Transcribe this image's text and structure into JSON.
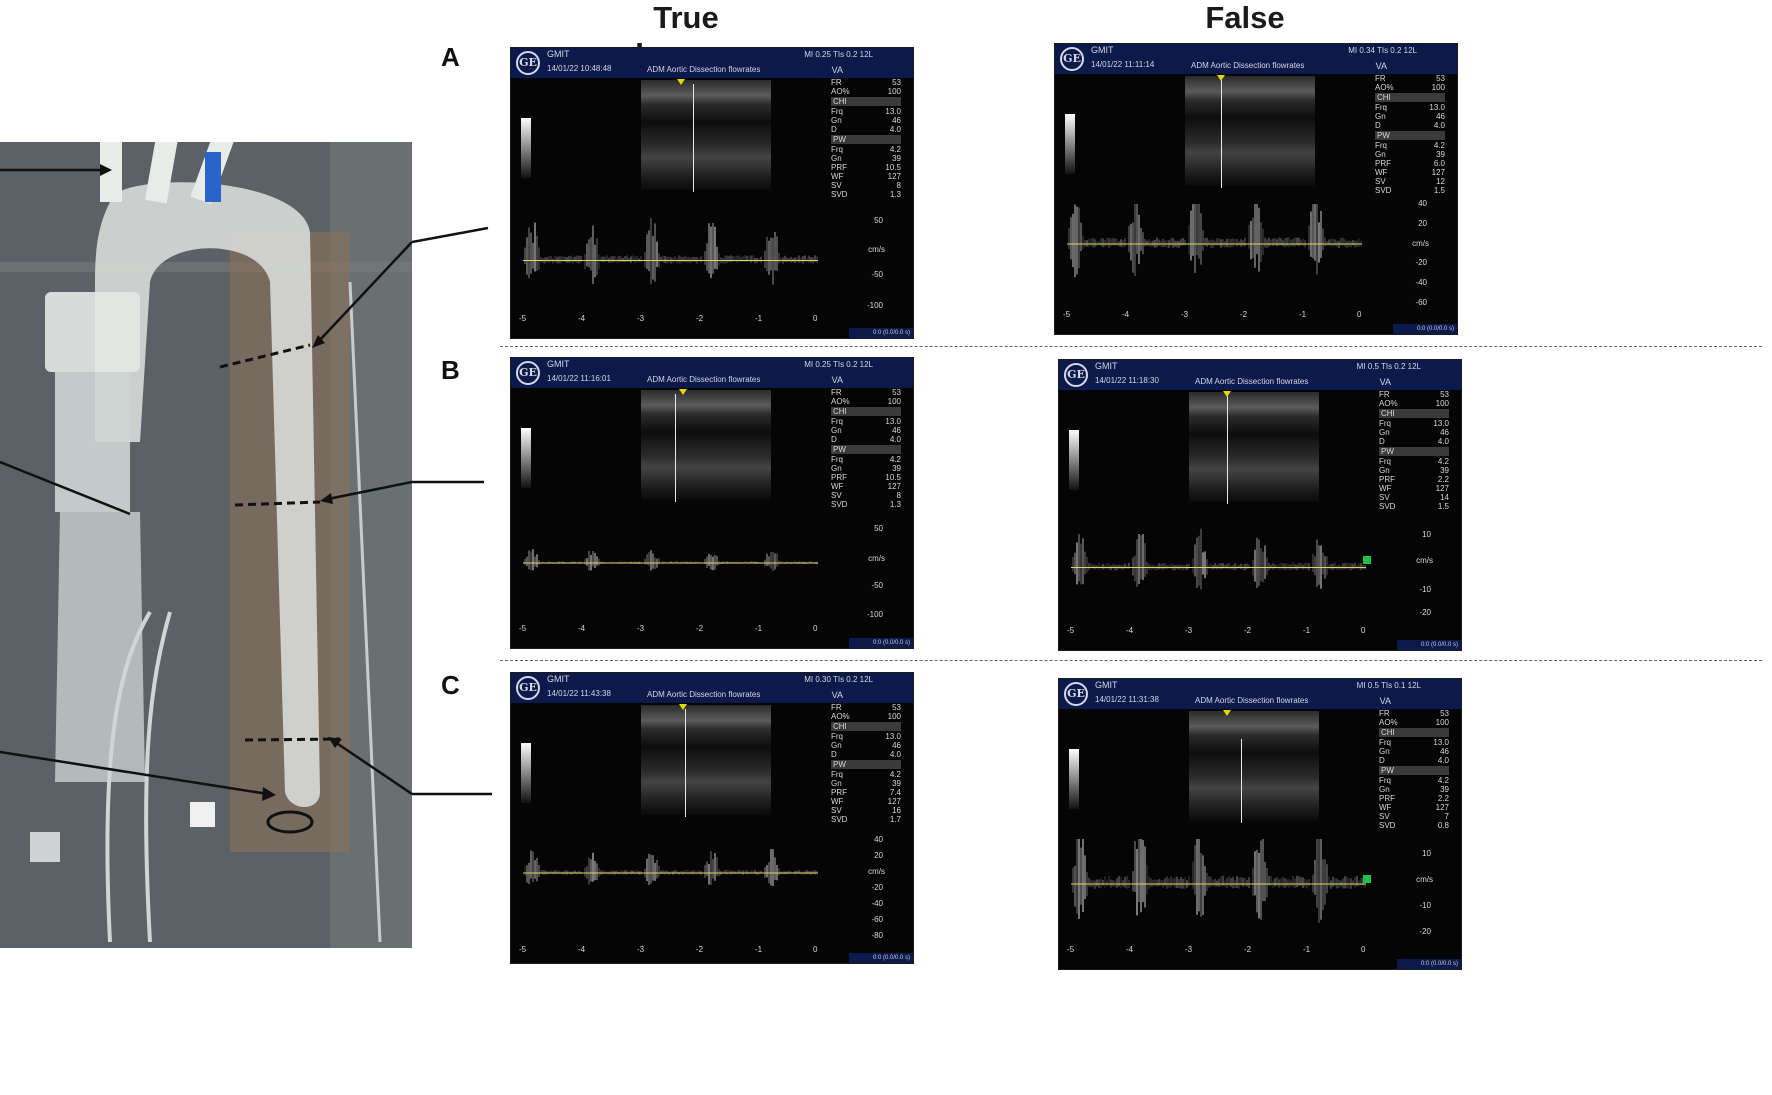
{
  "columns": {
    "true_title": "True Lumen",
    "false_title": "False Lumen"
  },
  "rows": [
    {
      "label": "A"
    },
    {
      "label": "B"
    },
    {
      "label": "C"
    }
  ],
  "panels": [
    {
      "date": "14/01/22 10:48:48",
      "mi": "MI 0.25  TIs 0.2  12L",
      "prf": "10.5",
      "sv": "8",
      "svd": "1.3",
      "yticks": [
        "50",
        "-50",
        "-100"
      ],
      "units": "cm/s"
    },
    {
      "date": "14/01/22 11:11:14",
      "mi": "MI 0.34  TIs 0.2  12L",
      "prf": "6.0",
      "sv": "12",
      "svd": "1.5",
      "yticks": [
        "40",
        "20",
        "-20",
        "-40",
        "-60"
      ],
      "units": "cm/s"
    },
    {
      "date": "14/01/22 11:16:01",
      "mi": "MI 0.25  TIs 0.2  12L",
      "prf": "10.5",
      "sv": "8",
      "svd": "1.3",
      "yticks": [
        "50",
        "-50",
        "-100"
      ],
      "units": "cm/s"
    },
    {
      "date": "14/01/22 11:18:30",
      "mi": "MI 0.5  TIs 0.2  12L",
      "prf": "2.2",
      "sv": "14",
      "svd": "1.5",
      "yticks": [
        "10",
        "-10",
        "-20"
      ],
      "units": "cm/s"
    },
    {
      "date": "14/01/22 11:43:38",
      "mi": "MI 0.30  TIs 0.2  12L",
      "prf": "7.4",
      "sv": "16",
      "svd": "1.7",
      "yticks": [
        "40",
        "20",
        "-20",
        "-40",
        "-60",
        "-80"
      ],
      "units": "cm/s"
    },
    {
      "date": "14/01/22 11:31:38",
      "mi": "MI 0.5  TIs 0.1  12L",
      "prf": "2.2",
      "sv": "7",
      "svd": "0.8",
      "yticks": [
        "10",
        "-10",
        "-20"
      ],
      "units": "cm/s"
    }
  ],
  "common": {
    "gmit": "GMIT",
    "adm": "ADM   Aortic Dissection flowrates",
    "va": "VA",
    "ge": "GE",
    "fr_label": "FR",
    "fr": "53",
    "ao_label": "AO%",
    "ao": "100",
    "chi": "CHI",
    "frq_label": "Frq",
    "frq_chi": "13.0",
    "gn_label": "Gn",
    "gn_chi": "46",
    "d_label": "D",
    "d": "4.0",
    "pw": "PW",
    "frq_pw": "4.2",
    "gn_pw": "39",
    "prf_label": "PRF",
    "wf_label": "WF",
    "wf": "127",
    "sv_label": "SV",
    "svd_label": "SVD",
    "xticks": [
      "-5",
      "-4",
      "-3",
      "-2",
      "-1",
      "0"
    ],
    "foot": "0:0   (0.0/0.0 s)"
  }
}
